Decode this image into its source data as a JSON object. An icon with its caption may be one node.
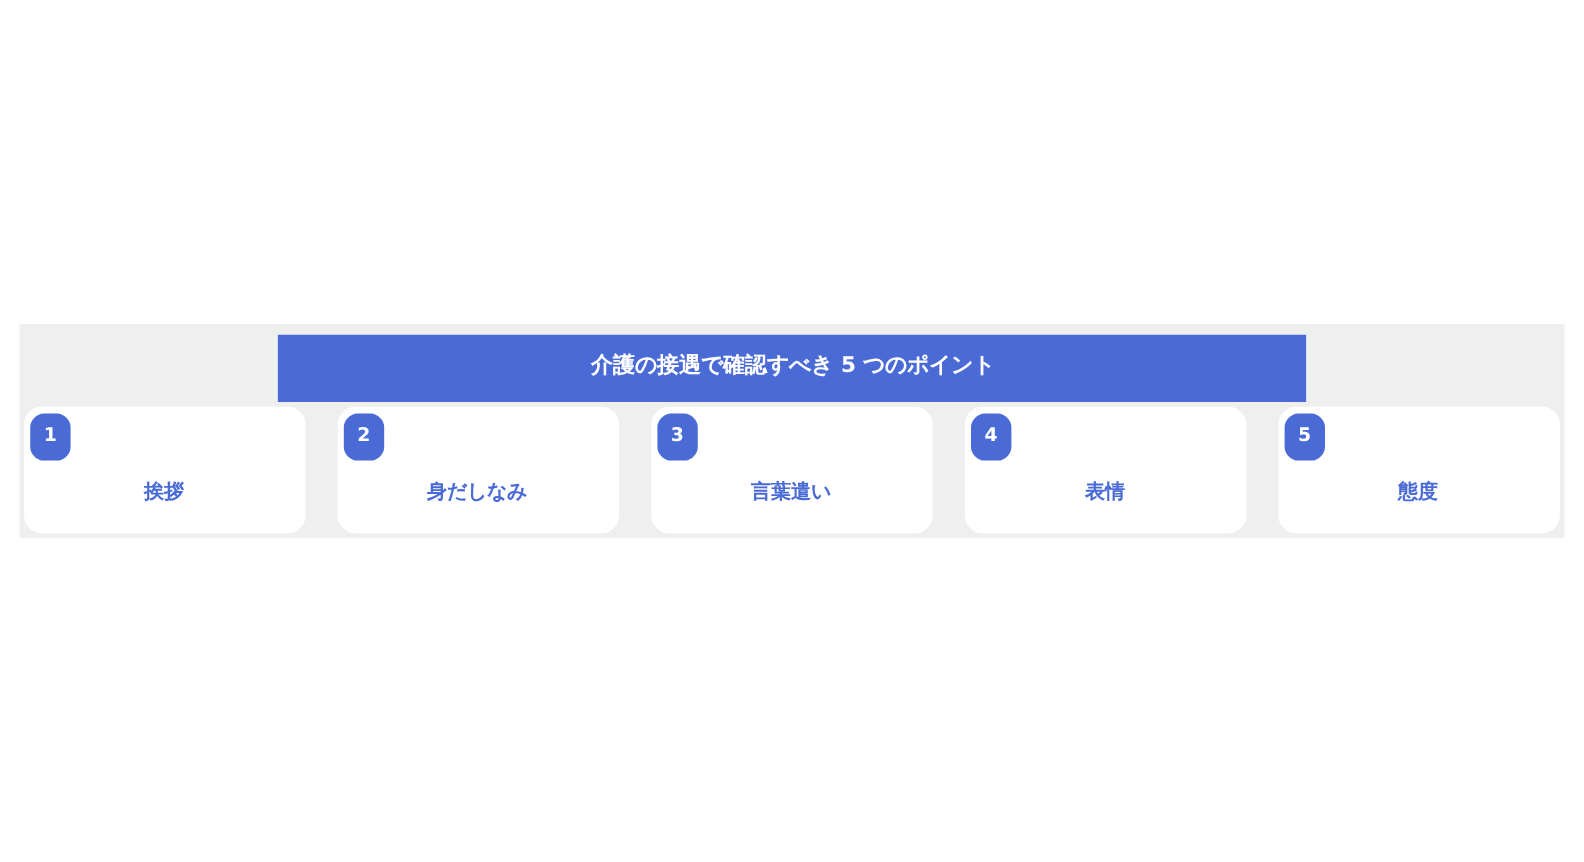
{
  "diagram": {
    "title": "介護の接遇で確認すべき 5 つのポイント",
    "nodes": [
      {
        "text": [
          "1",
          "挨拶"
        ]
      },
      {
        "text": [
          "2",
          "身だしなみ"
        ]
      },
      {
        "text": [
          "3",
          "言葉遣い"
        ]
      },
      {
        "text": [
          "4",
          "表情"
        ]
      },
      {
        "text": [
          "5",
          "態度"
        ]
      }
    ]
  }
}
